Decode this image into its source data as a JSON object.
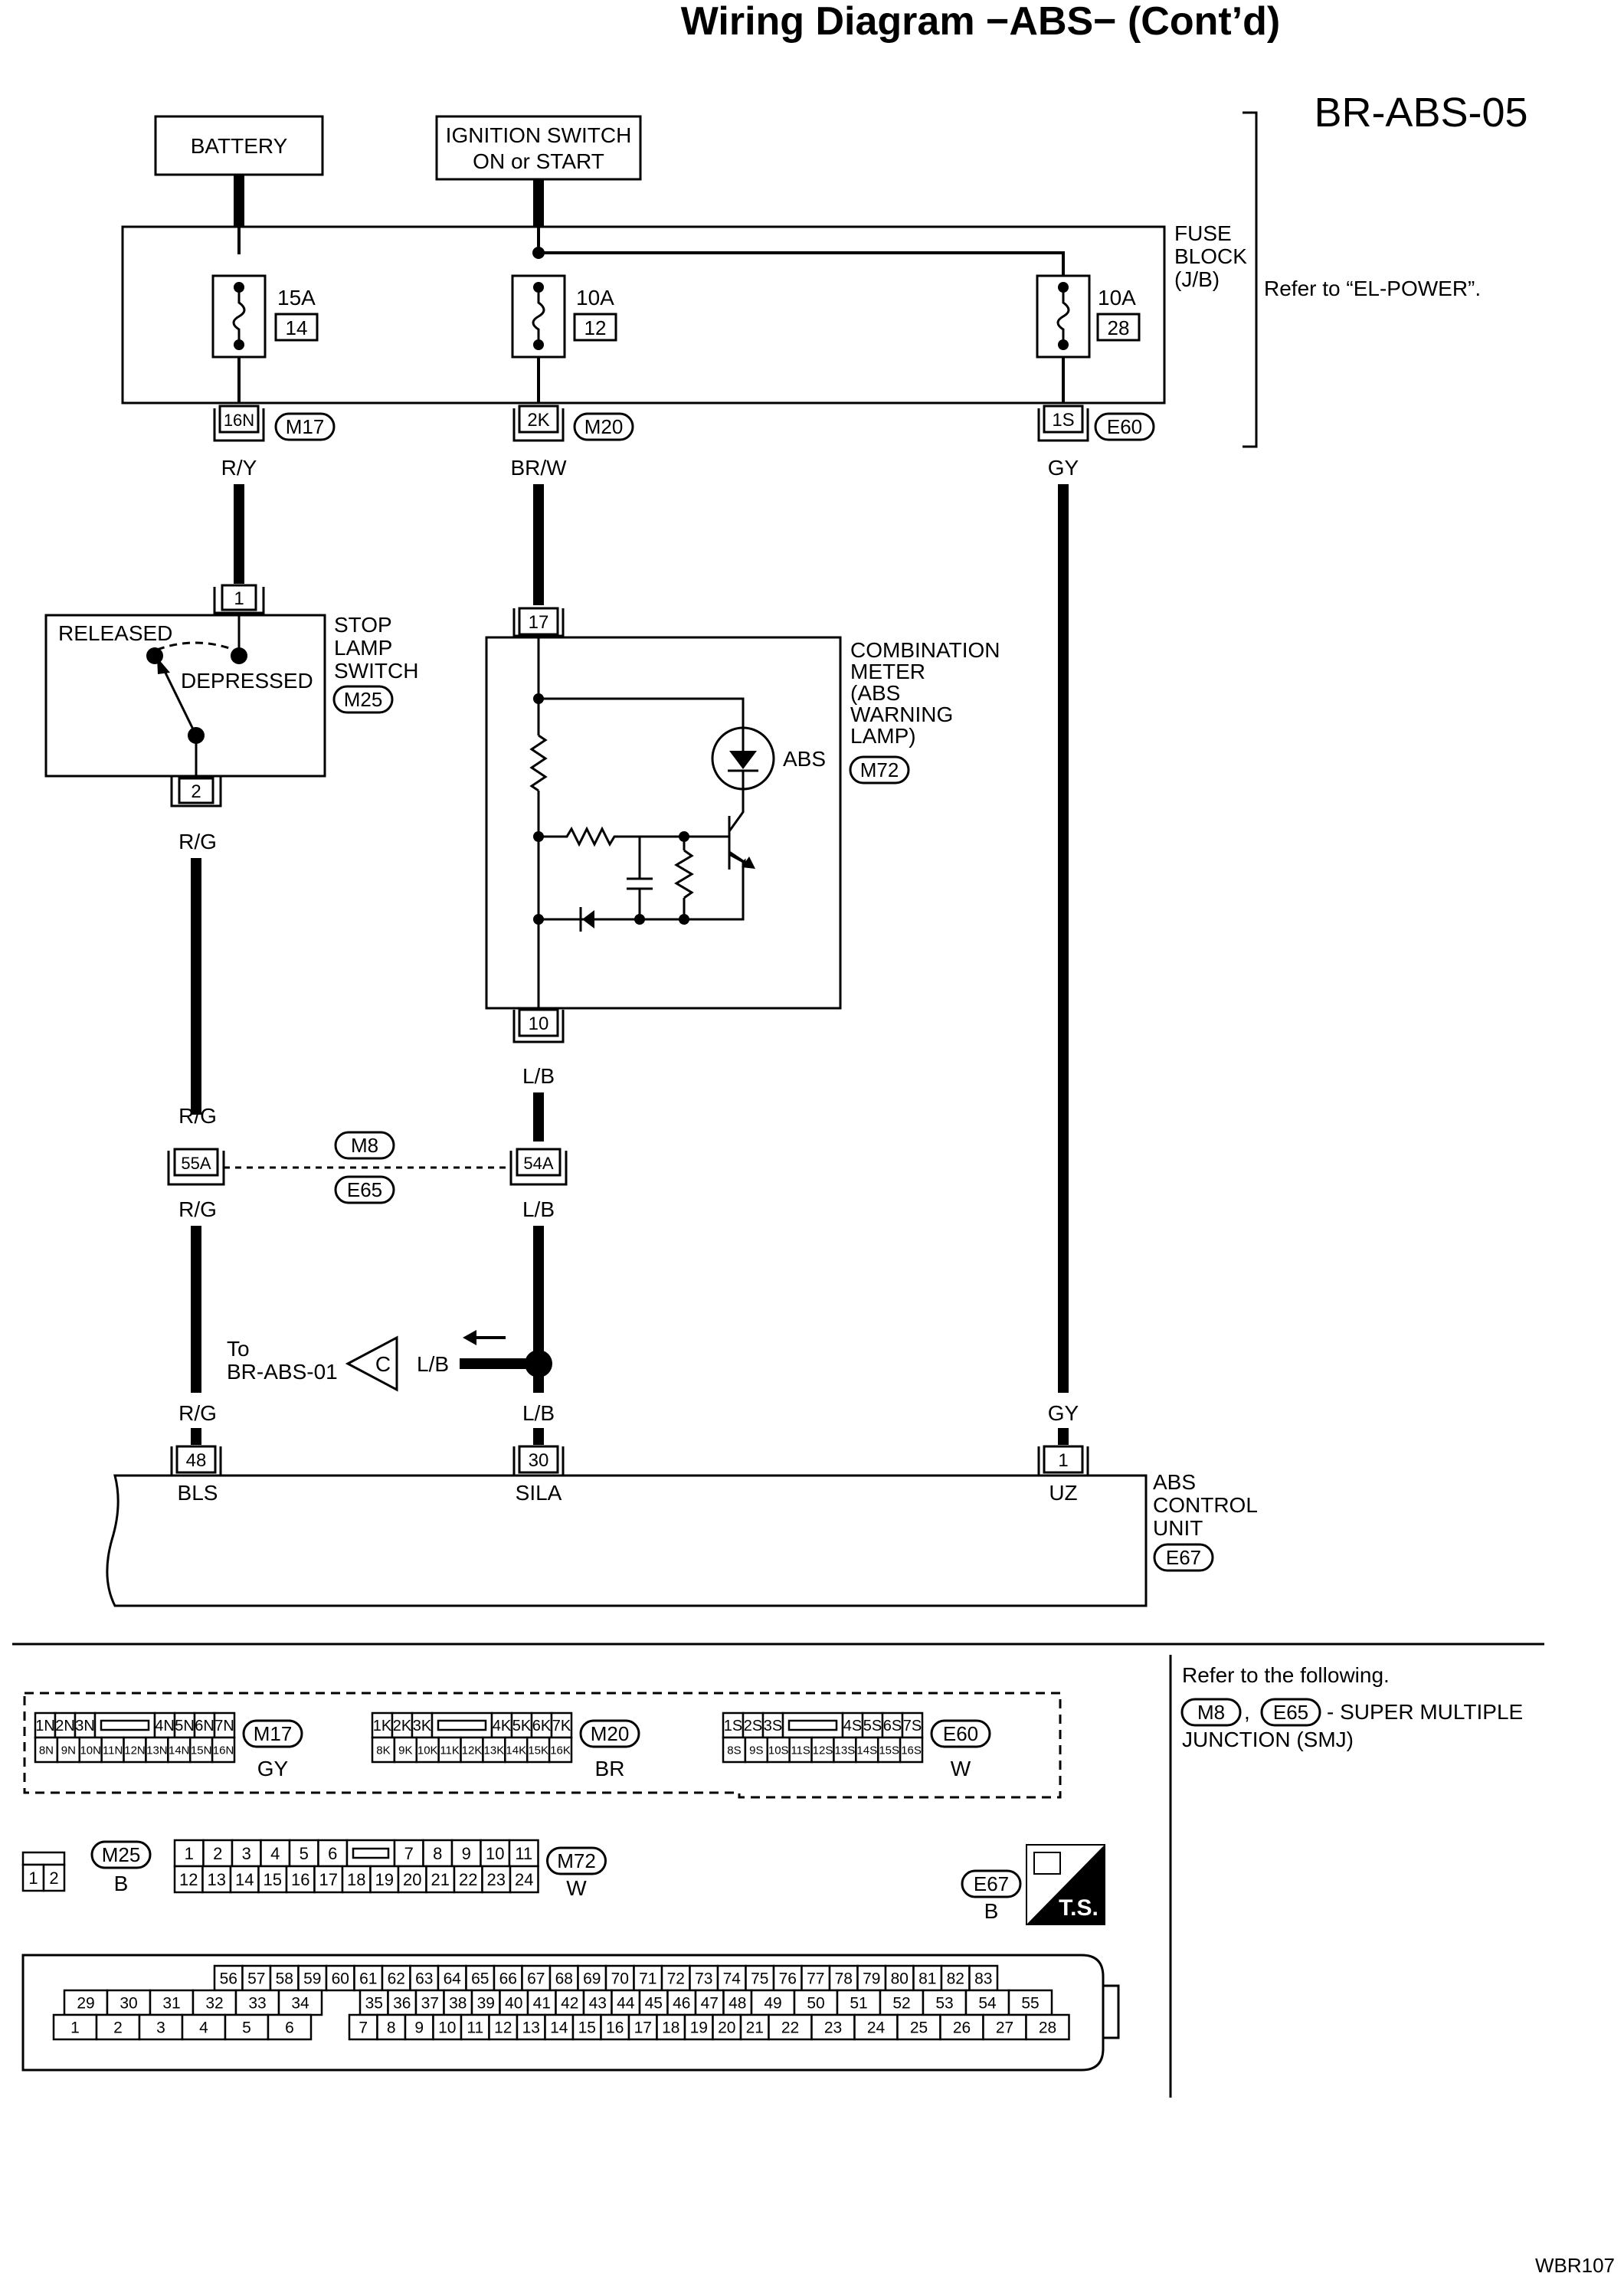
{
  "title": "Wiring Diagram −ABS− (Cont’d)",
  "page_code": "BR-ABS-05",
  "figure_code": "WBR107",
  "power": {
    "battery": "BATTERY",
    "ignition_line1": "IGNITION SWITCH",
    "ignition_line2": "ON or START",
    "fuse_block": [
      "FUSE",
      "BLOCK",
      "(J/B)"
    ],
    "refer": "Refer to “EL-POWER”.",
    "fuses": [
      {
        "amp": "15A",
        "num": "14",
        "terminal": "16N",
        "connector": "M17",
        "wire": "R/Y"
      },
      {
        "amp": "10A",
        "num": "12",
        "terminal": "2K",
        "connector": "M20",
        "wire": "BR/W"
      },
      {
        "amp": "10A",
        "num": "28",
        "terminal": "1S",
        "connector": "E60",
        "wire": "GY"
      }
    ]
  },
  "stop_lamp": {
    "labels": [
      "STOP",
      "LAMP",
      "SWITCH"
    ],
    "connector": "M25",
    "released": "RELEASED",
    "depressed": "DEPRESSED",
    "pin_in": "1",
    "pin_out": "2",
    "wire_out": "R/G"
  },
  "meter": {
    "labels": [
      "COMBINATION",
      "METER",
      "(ABS",
      "WARNING",
      "LAMP)"
    ],
    "connector": "M72",
    "lamp": "ABS",
    "pin_in": "17",
    "pin_out": "10",
    "wire_out": "L/B"
  },
  "smj": {
    "conn_top": "M8",
    "conn_bottom": "E65",
    "left_pin": "55A",
    "right_pin": "54A",
    "left_wire_top": "R/G",
    "left_wire_bottom": "R/G",
    "right_wire_bottom": "L/B"
  },
  "junction": {
    "to_line1": "To",
    "to_line2": "BR-ABS-01",
    "letter": "C",
    "wire": "L/B"
  },
  "abs_unit": {
    "labels": [
      "ABS",
      "CONTROL",
      "UNIT"
    ],
    "connector": "E67",
    "pins": [
      {
        "wire": "R/G",
        "pin": "48",
        "name": "BLS"
      },
      {
        "wire": "L/B",
        "pin": "30",
        "name": "SILA"
      },
      {
        "wire": "GY",
        "pin": "1",
        "name": "UZ"
      }
    ]
  },
  "connector_views": {
    "m17": {
      "id": "M17",
      "color": "GY",
      "row1": [
        "1N",
        "2N",
        "3N",
        "",
        "4N",
        "5N",
        "6N",
        "7N"
      ],
      "row2": [
        "8N",
        "9N",
        "10N",
        "11N",
        "12N",
        "13N",
        "14N",
        "15N",
        "16N"
      ]
    },
    "m20": {
      "id": "M20",
      "color": "BR",
      "row1": [
        "1K",
        "2K",
        "3K",
        "",
        "4K",
        "5K",
        "6K",
        "7K"
      ],
      "row2": [
        "8K",
        "9K",
        "10K",
        "11K",
        "12K",
        "13K",
        "14K",
        "15K",
        "16K"
      ]
    },
    "e60": {
      "id": "E60",
      "color": "W",
      "row1": [
        "1S",
        "2S",
        "3S",
        "",
        "4S",
        "5S",
        "6S",
        "7S"
      ],
      "row2": [
        "8S",
        "9S",
        "10S",
        "11S",
        "12S",
        "13S",
        "14S",
        "15S",
        "16S"
      ]
    },
    "m25": {
      "id": "M25",
      "color": "B",
      "pins": [
        "1",
        "2"
      ]
    },
    "m72": {
      "id": "M72",
      "color": "W",
      "row1": [
        "1",
        "2",
        "3",
        "4",
        "5",
        "6",
        "",
        "7",
        "8",
        "9",
        "10",
        "11"
      ],
      "row2": [
        "12",
        "13",
        "14",
        "15",
        "16",
        "17",
        "18",
        "19",
        "20",
        "21",
        "22",
        "23",
        "24"
      ]
    },
    "e67": {
      "id": "E67",
      "color": "B",
      "badge": "T.S.",
      "row1": [
        "56",
        "57",
        "58",
        "59",
        "60",
        "61",
        "62",
        "63",
        "64",
        "65",
        "66",
        "67",
        "68",
        "69",
        "70",
        "71",
        "72",
        "73",
        "74",
        "75",
        "76",
        "77",
        "78",
        "79",
        "80",
        "81",
        "82",
        "83"
      ],
      "row2": [
        "29",
        "30",
        "31",
        "32",
        "33",
        "34",
        "35",
        "36",
        "37",
        "38",
        "39",
        "40",
        "41",
        "42",
        "43",
        "44",
        "45",
        "46",
        "47",
        "48",
        "49",
        "50",
        "51",
        "52",
        "53",
        "54",
        "55"
      ],
      "row3": [
        "1",
        "2",
        "3",
        "4",
        "5",
        "6",
        "7",
        "8",
        "9",
        "10",
        "11",
        "12",
        "13",
        "14",
        "15",
        "16",
        "17",
        "18",
        "19",
        "20",
        "21",
        "22",
        "23",
        "24",
        "25",
        "26",
        "27",
        "28"
      ]
    }
  },
  "refer_following": {
    "heading": "Refer to the following.",
    "conn_a": "M8",
    "conn_b": "E65",
    "text1": "- SUPER MULTIPLE",
    "text2": "JUNCTION (SMJ)"
  }
}
